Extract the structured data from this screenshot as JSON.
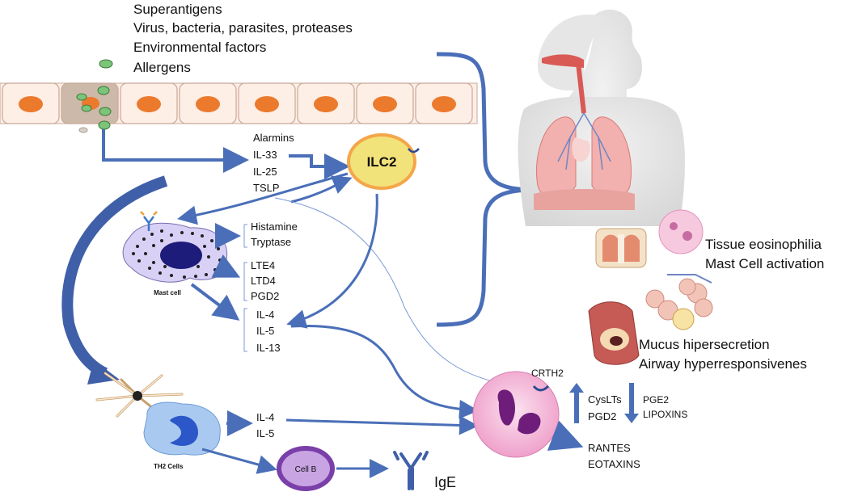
{
  "triggers": [
    "Superantigens",
    "Virus, bacteria, parasites, proteases",
    "Environmental factors",
    "Allergens"
  ],
  "alarmins": [
    "Alarmins",
    "IL-33",
    "IL-25",
    "TSLP"
  ],
  "ilc2": "ILC2",
  "mast_mediators_1": [
    "Histamine",
    "Tryptase"
  ],
  "mast_mediators_2": [
    "LTE4",
    "LTD4",
    "PGD2"
  ],
  "mast_cell_label": "Mast cell",
  "interleukins": [
    "IL-4",
    "IL-5",
    "IL-13"
  ],
  "th2_label": "TH2 Cells",
  "th2_cytokines": [
    "IL-4",
    "IL-5"
  ],
  "cell_b": "Cell B",
  "ige": "IgE",
  "crth2": "CRTH2",
  "eos_mediators_up": [
    "CysLTs",
    "PGD2"
  ],
  "eos_mediators_down": [
    "PGE2",
    "LIPOXINS"
  ],
  "chemokines": [
    "RANTES",
    "EOTAXINS"
  ],
  "effects_1": [
    "Tissue eosinophilia",
    "Mast Cell activation"
  ],
  "effects_2": [
    "Mucus hipersecretion",
    "Airway hyperresponsivenes"
  ],
  "colors": {
    "arrow": "#4a6fb8",
    "epithelium_nucleus": "#ec7a2c",
    "epithelium_cell": "#fdeee6",
    "ilc2_ring": "#f2e27a",
    "mast_cell": "#d9d0f5",
    "eosinophil": "#f0a9cf",
    "cell_b": "#7a3fa8"
  }
}
